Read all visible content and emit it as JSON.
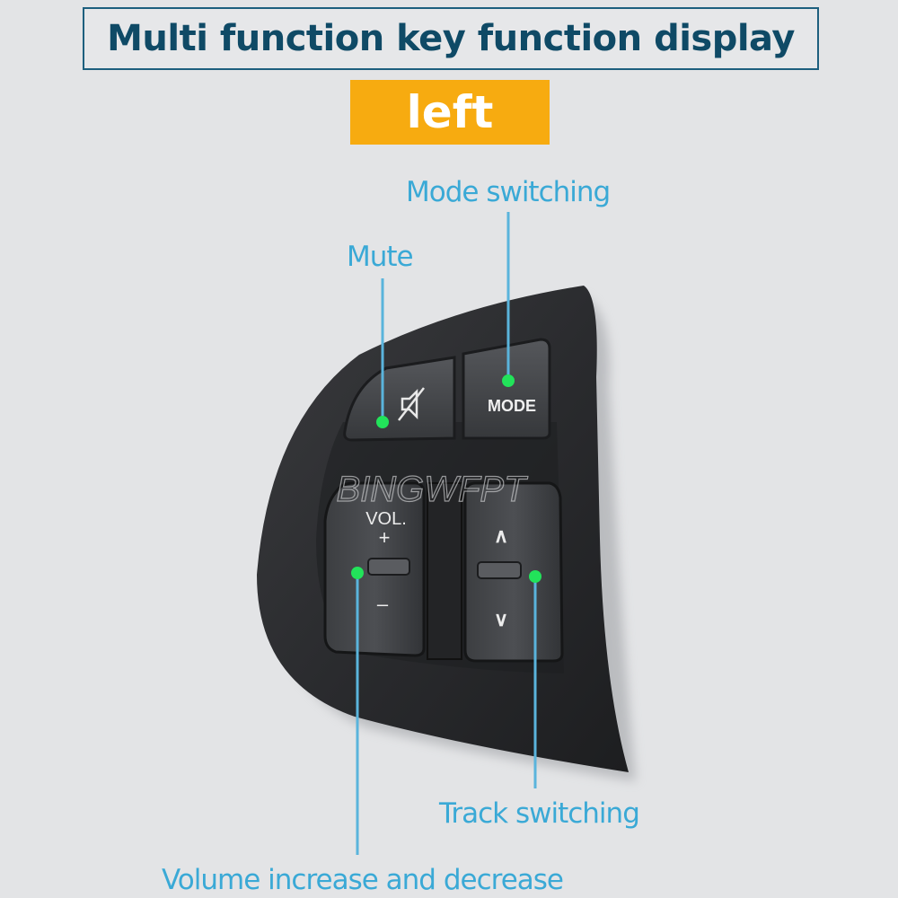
{
  "header": {
    "title": "Multi function key function display",
    "side": "left"
  },
  "callouts": {
    "mode_switching": "Mode switching",
    "mute": "Mute",
    "track_switching": "Track switching",
    "volume": "Volume increase and decrease"
  },
  "buttons": {
    "mode_label": "MODE",
    "vol_label": "VOL.",
    "vol_plus": "+",
    "vol_minus": "–",
    "track_up": "∧",
    "track_down": "∨"
  },
  "watermark": "BINGWFPT",
  "icons": {
    "mute": "speaker-mute-icon"
  },
  "colors": {
    "title": "#0f4a66",
    "badge": "#f7ab10",
    "callout_text": "#3aa9d6",
    "callout_line": "#5ab4dc",
    "dot": "#22e35a",
    "housing": "#2a2b2d"
  }
}
